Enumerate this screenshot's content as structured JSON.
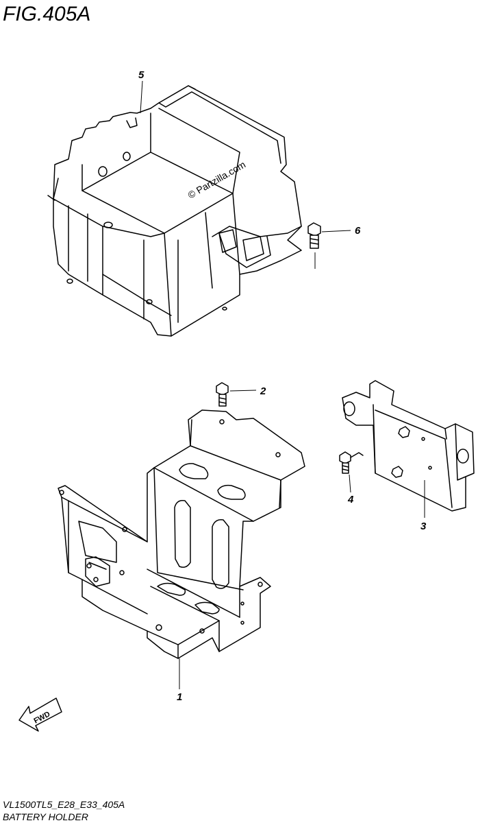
{
  "figure": {
    "title": "FIG.405A",
    "model_code": "VL1500TL5_E28_E33_405A",
    "caption": "BATTERY HOLDER",
    "watermark": "© Partzilla.com",
    "fwd_label": "FWD"
  },
  "callouts": [
    {
      "id": "5",
      "label": "5",
      "part": "battery-box"
    },
    {
      "id": "6",
      "label": "6",
      "part": "bolt"
    },
    {
      "id": "2",
      "label": "2",
      "part": "bolt"
    },
    {
      "id": "3",
      "label": "3",
      "part": "bracket"
    },
    {
      "id": "4",
      "label": "4",
      "part": "bolt"
    },
    {
      "id": "1",
      "label": "1",
      "part": "battery-holder-bracket"
    }
  ]
}
